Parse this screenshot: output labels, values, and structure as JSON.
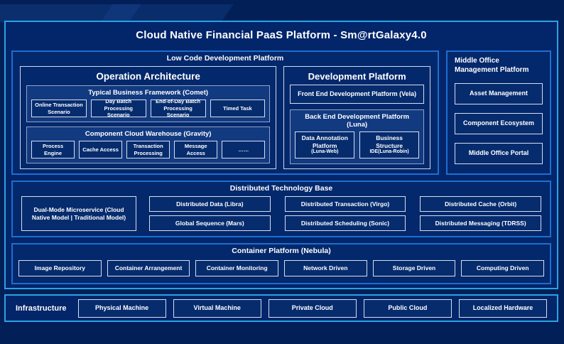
{
  "title": "Cloud Native Financial PaaS Platform - Sm@rtGalaxy4.0",
  "low_code": {
    "label": "Low Code Development Platform",
    "operation_architecture": {
      "title": "Operation Architecture",
      "comet": {
        "title": "Typical Business Framework (Comet)",
        "items": [
          "Online Transaction Scenario",
          "Day Batch Processing Scenario",
          "End-of-Day Batch Processing Scenario",
          "Timed Task"
        ]
      },
      "gravity": {
        "title": "Component Cloud Warehouse (Gravity)",
        "items": [
          "Process Engine",
          "Cache Access",
          "Transaction Processing",
          "Message Access",
          "……"
        ]
      }
    },
    "development_platform": {
      "title": "Development Platform",
      "front_end": "Front End Development Platform (Vela)",
      "back_end": {
        "title": "Back End Development Platform (Luna)",
        "items": [
          {
            "name": "Data Annotation Platform",
            "sub": "(Luna-Web)"
          },
          {
            "name": "Business Structure",
            "sub": "IDE(Luna-Robin)"
          }
        ]
      }
    }
  },
  "middle_office": {
    "title": "Middle Office Management Platform",
    "items": [
      "Asset Management",
      "Component Ecosystem",
      "Middle Office Portal"
    ]
  },
  "distributed_base": {
    "title": "Distributed Technology Base",
    "dual_mode": "Dual-Mode Microservice (Cloud Native Model | Traditional Model)",
    "row1": [
      "Distributed Data (Libra)",
      "Distributed Transaction (Virgo)",
      "Distributed Cache (Orbit)"
    ],
    "row2": [
      "Global Sequence (Mars)",
      "Distributed Scheduling (Sonic)",
      "Distributed Messaging (TDRSS)"
    ]
  },
  "container_platform": {
    "title": "Container Platform (Nebula)",
    "items": [
      "Image Repository",
      "Container Arrangement",
      "Container Monitoring",
      "Network Driven",
      "Storage Driven",
      "Computing Driven"
    ]
  },
  "infrastructure": {
    "label": "Infrastructure",
    "items": [
      "Physical Machine",
      "Virtual Machine",
      "Private Cloud",
      "Public Cloud",
      "Localized Hardware"
    ]
  },
  "colors": {
    "background": "#031f58",
    "outer_border": "#29a3e3",
    "section_border": "#1d6fd0",
    "light_border": "#d6deee",
    "panel_border": "#93a3c4",
    "panel_fill": "#123a80",
    "text": "#ffffff"
  }
}
